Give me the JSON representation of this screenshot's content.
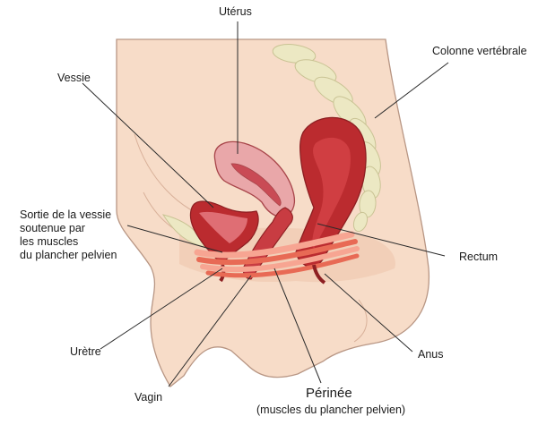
{
  "labels": {
    "uterus": "Utérus",
    "spine": "Colonne vertébrale",
    "bladder": "Vessie",
    "bladder_outlet_l1": "Sortie de la vessie",
    "bladder_outlet_l2": "soutenue par",
    "bladder_outlet_l3": "les muscles",
    "bladder_outlet_l4": "du plancher pelvien",
    "rectum": "Rectum",
    "urethra": "Urètre",
    "anus": "Anus",
    "vagina": "Vagin",
    "perineum": "Périnée",
    "perineum_sub": "(muscles du plancher pelvien)"
  },
  "colors": {
    "skin": "#f7dcc8",
    "skin_shadow": "#efc7ad",
    "skin_outline": "#b89684",
    "spine": "#ece8c3",
    "spine_outline": "#c9c394",
    "organ_dark": "#bb2b2f",
    "organ_light": "#e9a7a9",
    "muscle": "#e86a55",
    "leader": "#2a2a2a"
  }
}
